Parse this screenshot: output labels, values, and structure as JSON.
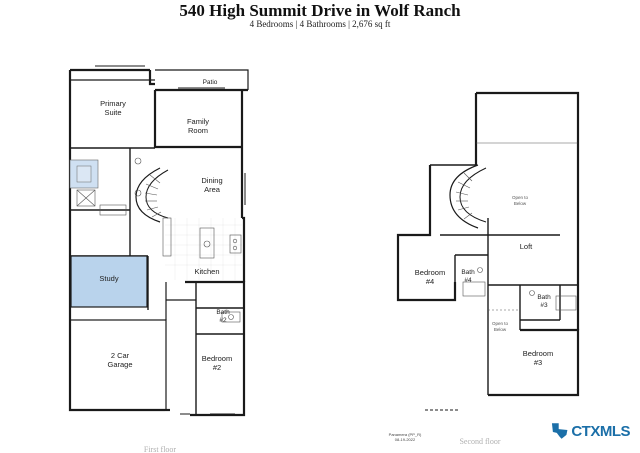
{
  "title": "540 High Summit Drive in Wolf Ranch",
  "subtitle": "4 Bedrooms | 4 Bathrooms | 2,676 sq ft",
  "first_floor": {
    "label": "First floor",
    "rooms": {
      "patio": "Patio",
      "primary_suite_l1": "Primary",
      "primary_suite_l2": "Suite",
      "family_room_l1": "Family",
      "family_room_l2": "Room",
      "dining_area_l1": "Dining",
      "dining_area_l2": "Area",
      "study": "Study",
      "kitchen": "Kitchen",
      "bath_2_l1": "Bath",
      "bath_2_l2": "#2",
      "garage_l1": "2 Car",
      "garage_l2": "Garage",
      "bedroom_2_l1": "Bedroom",
      "bedroom_2_l2": "#2"
    }
  },
  "second_floor": {
    "label": "Second floor",
    "rooms": {
      "open_to_below_l1": "Open to",
      "open_to_below_l2": "Below",
      "loft": "Loft",
      "bedroom_4_l1": "Bedroom",
      "bedroom_4_l2": "#4",
      "bath_4_l1": "Bath",
      "bath_4_l2": "#4",
      "bath_3_l1": "Bath",
      "bath_3_l2": "#3",
      "open_to_below2_l1": "Open to",
      "open_to_below2_l2": "Below",
      "bedroom_3_l1": "Bedroom",
      "bedroom_3_l2": "#3"
    }
  },
  "stamp_line1": "Panamera (PP_R)",
  "stamp_line2": "08-19-2022",
  "logo_text": "CTXMLS",
  "colors": {
    "study_fill": "#b9d3ec",
    "bath_fill": "#cfe0f2",
    "logo": "#1b6fa8"
  }
}
